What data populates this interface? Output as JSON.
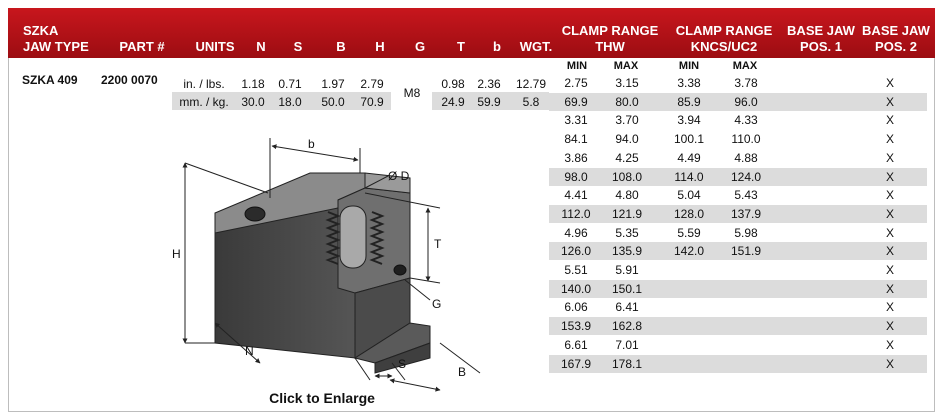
{
  "header": {
    "jaw_type": [
      "SZKA",
      "JAW TYPE"
    ],
    "part": "PART #",
    "units": "UNITS",
    "n": "N",
    "s": "S",
    "b": "B",
    "h": "H",
    "g": "G",
    "t": "T",
    "b_small": "b",
    "wgt": "WGT.",
    "clamp_thw": [
      "CLAMP RANGE",
      "THW"
    ],
    "clamp_kncs": [
      "CLAMP RANGE",
      "KNCS/UC2"
    ],
    "base_pos1": [
      "BASE JAW",
      "POS. 1"
    ],
    "base_pos2": [
      "BASE JAW",
      "POS. 2"
    ]
  },
  "minmax": {
    "min": "MIN",
    "max": "MAX"
  },
  "product": {
    "jaw_type": "SZKA 409",
    "part": "2200 0070",
    "g": "M8",
    "rows": [
      {
        "units": "in. / lbs.",
        "n": "1.18",
        "s": "0.71",
        "b": "1.97",
        "h": "2.79",
        "t": "0.98",
        "b_small": "2.36",
        "wgt": "12.79"
      },
      {
        "units": "mm. / kg.",
        "n": "30.0",
        "s": "18.0",
        "b": "50.0",
        "h": "70.9",
        "t": "24.9",
        "b_small": "59.9",
        "wgt": "5.8"
      }
    ]
  },
  "ranges": [
    {
      "thw_min": "2.75",
      "thw_max": "3.15",
      "kncs_min": "3.38",
      "kncs_max": "3.78",
      "pos1": "",
      "pos2": "X",
      "shade": false
    },
    {
      "thw_min": "69.9",
      "thw_max": "80.0",
      "kncs_min": "85.9",
      "kncs_max": "96.0",
      "pos1": "",
      "pos2": "X",
      "shade": true
    },
    {
      "thw_min": "3.31",
      "thw_max": "3.70",
      "kncs_min": "3.94",
      "kncs_max": "4.33",
      "pos1": "",
      "pos2": "X",
      "shade": false
    },
    {
      "thw_min": "84.1",
      "thw_max": "94.0",
      "kncs_min": "100.1",
      "kncs_max": "110.0",
      "pos1": "",
      "pos2": "X",
      "shade": false
    },
    {
      "thw_min": "3.86",
      "thw_max": "4.25",
      "kncs_min": "4.49",
      "kncs_max": "4.88",
      "pos1": "",
      "pos2": "X",
      "shade": false
    },
    {
      "thw_min": "98.0",
      "thw_max": "108.0",
      "kncs_min": "114.0",
      "kncs_max": "124.0",
      "pos1": "",
      "pos2": "X",
      "shade": true
    },
    {
      "thw_min": "4.41",
      "thw_max": "4.80",
      "kncs_min": "5.04",
      "kncs_max": "5.43",
      "pos1": "",
      "pos2": "X",
      "shade": false
    },
    {
      "thw_min": "112.0",
      "thw_max": "121.9",
      "kncs_min": "128.0",
      "kncs_max": "137.9",
      "pos1": "",
      "pos2": "X",
      "shade": true
    },
    {
      "thw_min": "4.96",
      "thw_max": "5.35",
      "kncs_min": "5.59",
      "kncs_max": "5.98",
      "pos1": "",
      "pos2": "X",
      "shade": false
    },
    {
      "thw_min": "126.0",
      "thw_max": "135.9",
      "kncs_min": "142.0",
      "kncs_max": "151.9",
      "pos1": "",
      "pos2": "X",
      "shade": true
    },
    {
      "thw_min": "5.51",
      "thw_max": "5.91",
      "kncs_min": "",
      "kncs_max": "",
      "pos1": "",
      "pos2": "X",
      "shade": false
    },
    {
      "thw_min": "140.0",
      "thw_max": "150.1",
      "kncs_min": "",
      "kncs_max": "",
      "pos1": "",
      "pos2": "X",
      "shade": true
    },
    {
      "thw_min": "6.06",
      "thw_max": "6.41",
      "kncs_min": "",
      "kncs_max": "",
      "pos1": "",
      "pos2": "X",
      "shade": false
    },
    {
      "thw_min": "153.9",
      "thw_max": "162.8",
      "kncs_min": "",
      "kncs_max": "",
      "pos1": "",
      "pos2": "X",
      "shade": true
    },
    {
      "thw_min": "6.61",
      "thw_max": "7.01",
      "kncs_min": "",
      "kncs_max": "",
      "pos1": "",
      "pos2": "X",
      "shade": false
    },
    {
      "thw_min": "167.9",
      "thw_max": "178.1",
      "kncs_min": "",
      "kncs_max": "",
      "pos1": "",
      "pos2": "X",
      "shade": true
    }
  ],
  "drawing": {
    "labels": {
      "b": "b",
      "d": "Ø D",
      "h": "H",
      "t": "T",
      "g": "G",
      "n": "N",
      "s": "S",
      "B": "B"
    },
    "enlarge": "Click to Enlarge"
  }
}
